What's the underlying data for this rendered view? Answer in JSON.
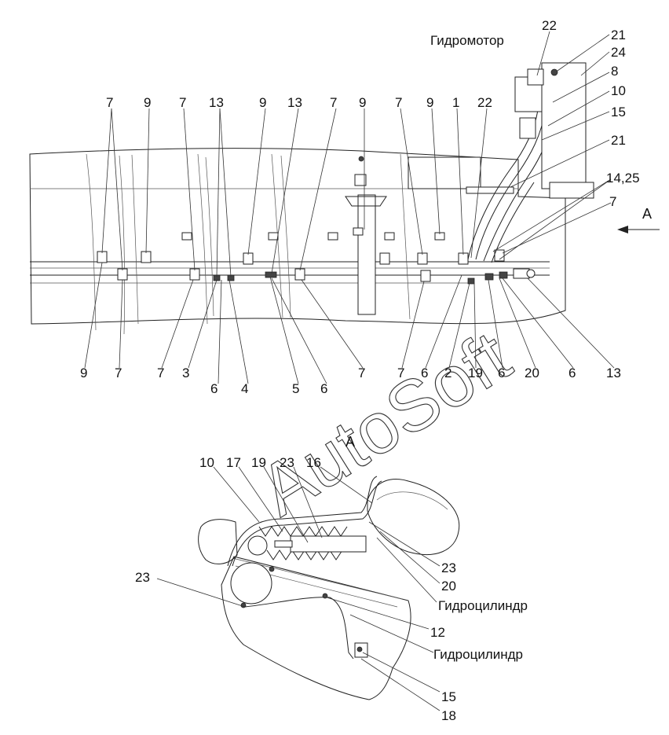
{
  "view_labels": {
    "view_a_marker": "A",
    "view_a_title": "A"
  },
  "text_labels": {
    "hydromotor": "Гидромотор",
    "hydrocylinder_1": "Гидроцилиндр",
    "hydrocylinder_2": "Гидроцилиндр"
  },
  "watermark": "AutoSoft",
  "top_callouts": [
    "7",
    "9",
    "7",
    "13",
    "9",
    "13",
    "7",
    "9",
    "7",
    "9",
    "1",
    "22"
  ],
  "right_callouts": [
    "22",
    "21",
    "24",
    "8",
    "10",
    "15",
    "21",
    "14,25",
    "7"
  ],
  "bottom_callouts": [
    "9",
    "7",
    "7",
    "3",
    "6",
    "4",
    "5",
    "6",
    "7",
    "7",
    "6",
    "2",
    "19",
    "6",
    "20",
    "6",
    "13"
  ],
  "detail_top_callouts": [
    "10",
    "17",
    "19",
    "23",
    "16"
  ],
  "detail_right_callouts": [
    "23",
    "20",
    "12",
    "15",
    "18"
  ],
  "detail_left_callouts": [
    "23"
  ]
}
